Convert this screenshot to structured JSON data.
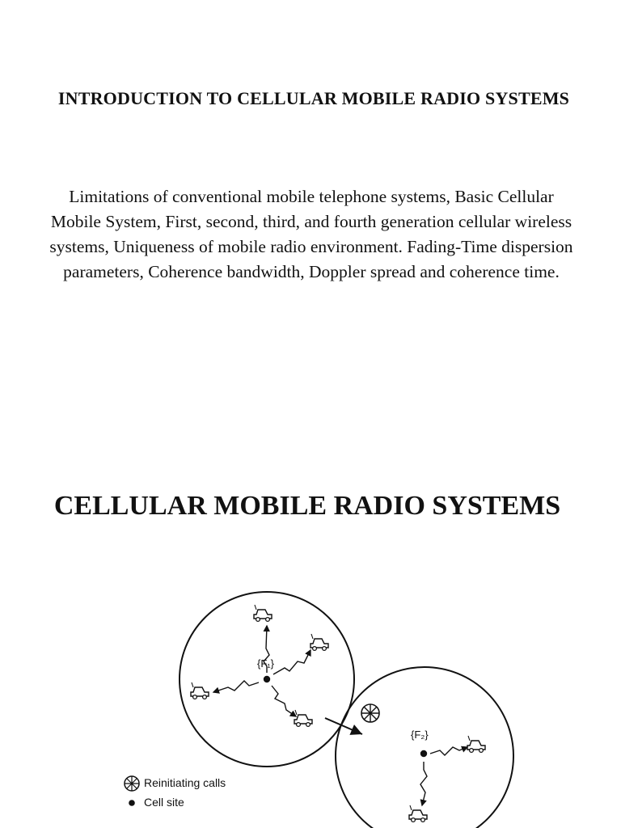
{
  "page": {
    "heading": "INTRODUCTION TO CELLULAR MOBILE RADIO SYSTEMS",
    "syllabus": "Limitations of conventional mobile telephone systems, Basic Cellular Mobile System, First, second, third, and fourth generation cellular wireless systems, Uniqueness of mobile radio environment. Fading-Time dispersion parameters, Coherence bandwidth, Doppler spread and coherence time.",
    "section_heading": "CELLULAR MOBILE RADIO SYSTEMS"
  },
  "diagram": {
    "cells": [
      {
        "frequency_label": "{F₁}"
      },
      {
        "frequency_label": "{F₂}"
      }
    ],
    "legend": [
      {
        "icon": "reinitiating-call-icon",
        "label": "Reinitiating calls"
      },
      {
        "icon": "cell-site-icon",
        "label": "Cell site"
      }
    ]
  }
}
